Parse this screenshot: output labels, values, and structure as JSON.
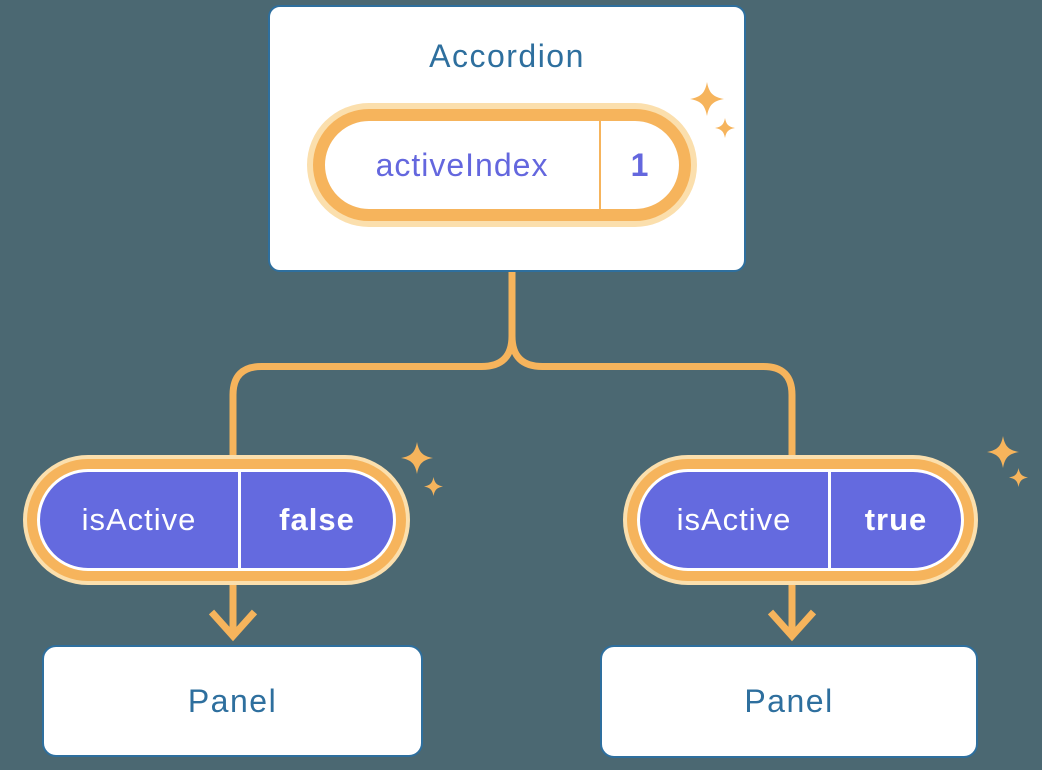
{
  "colors": {
    "background": "#4B6872",
    "node_blue": "#2E6F9E",
    "accent_orange": "#F6B45C",
    "glow_orange": "#FBDFAD",
    "pill_purple": "#646ADF",
    "purple_text": "#6467DE",
    "white": "#FFFFFF"
  },
  "diagram": {
    "root": {
      "title": "Accordion",
      "state": {
        "label": "activeIndex",
        "value": "1"
      }
    },
    "children": [
      {
        "prop": {
          "label": "isActive",
          "value": "false"
        },
        "node": {
          "title": "Panel"
        }
      },
      {
        "prop": {
          "label": "isActive",
          "value": "true"
        },
        "node": {
          "title": "Panel"
        }
      }
    ]
  }
}
